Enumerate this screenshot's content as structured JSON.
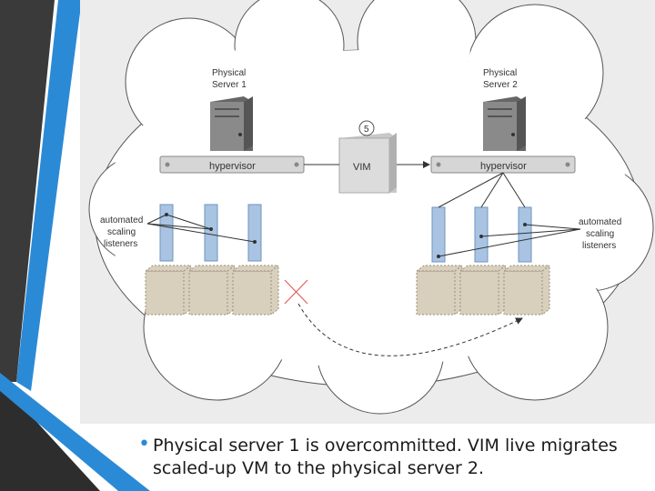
{
  "diagram": {
    "server1_label": [
      "Physical",
      "Server 1"
    ],
    "server2_label": [
      "Physical",
      "Server 2"
    ],
    "hypervisor_label": "hypervisor",
    "vim_label": "VIM",
    "step_number": "5",
    "listeners_label": [
      "automated",
      "scaling",
      "listeners"
    ]
  },
  "caption": {
    "text_line1": "Physical server 1 is overcommitted. VIM live migrates",
    "text_line2": "scaled-up VM to the physical server 2."
  },
  "colors": {
    "accent_blue": "#2b8ad6",
    "dark_stripe": "#3a3a3a",
    "cloud_fill": "#ffffff",
    "vm_fill": "#d8cfbd",
    "cross_red": "#e06060"
  }
}
